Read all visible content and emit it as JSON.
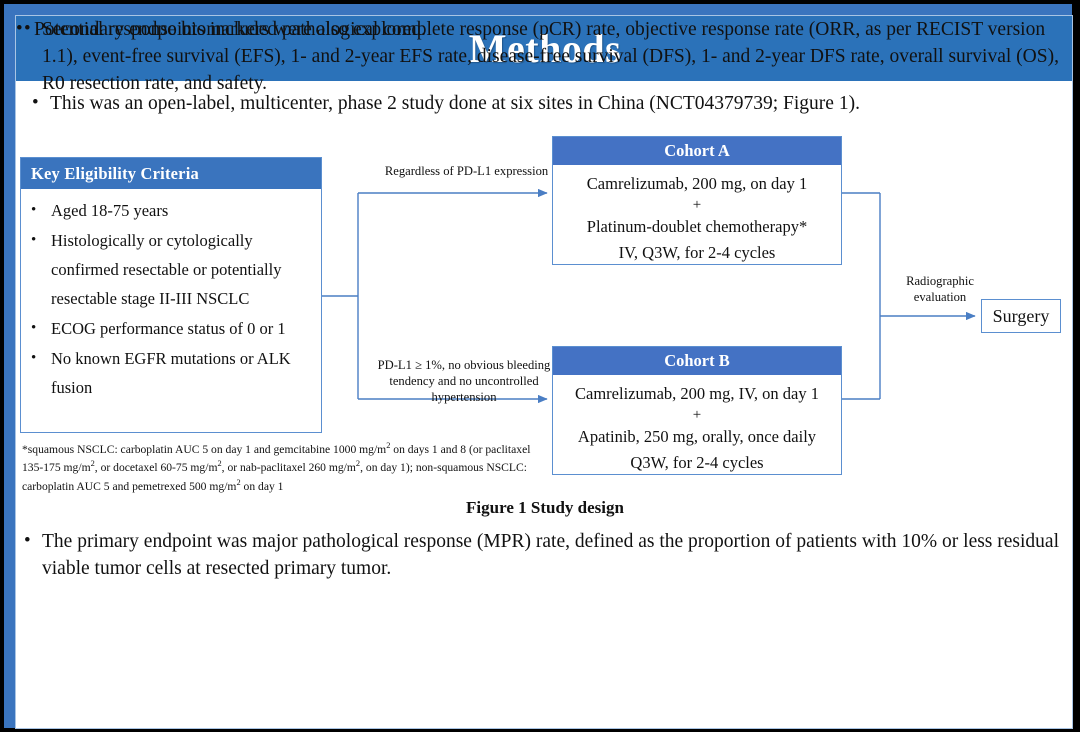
{
  "slide": {
    "title": "Methods",
    "accent_blue": "#2B72B9",
    "box_blue": "#4472C4",
    "frame_blue": "#3A74BE",
    "border_blue": "#5B8FD0"
  },
  "intro_bullet": {
    "marker": "•",
    "text": "This was an open-label, multicenter, phase 2 study done at six sites in China (NCT04379739; Figure 1)."
  },
  "figure": {
    "caption": "Figure 1 Study design",
    "eligibility": {
      "header": "Key  Eligibility Criteria",
      "marker": "•",
      "items": [
        "Aged 18-75 years",
        "Histologically or cytologically confirmed resectable or potentially resectable stage II-III  NSCLC",
        "ECOG performance status of 0 or 1",
        "No known EGFR mutations or ALK fusion"
      ]
    },
    "footnote": "*squamous NSCLC: carboplatin AUC 5 on day 1 and gemcitabine 1000 mg/m2 on days 1 and 8 (or paclitaxel 135-175 mg/m2, or docetaxel 60-75 mg/m2, or nab-paclitaxel 260 mg/m2, on day 1); non-squamous NSCLC: carboplatin AUC 5 and pemetrexed 500 mg/m2 on day 1",
    "cohort_a": {
      "header": "Cohort A",
      "line1": "Camrelizumab, 200 mg, on day 1",
      "plus": "+",
      "line2": "Platinum-doublet chemotherapy*",
      "line3": "IV, Q3W, for 2-4 cycles"
    },
    "cohort_b": {
      "header": "Cohort B",
      "line1": "Camrelizumab, 200 mg, IV, on day 1",
      "plus": "+",
      "line2": "Apatinib, 250 mg, orally, once daily",
      "line3": "Q3W, for 2-4 cycles"
    },
    "label_top_arm": "Regardless of PD-L1 expression",
    "label_bottom_arm": "PD-L1 ≥ 1%, no obvious bleeding tendency and no uncontrolled hypertension",
    "label_evaluation": "Radiographic evaluation",
    "surgery": "Surgery"
  },
  "endpoints": {
    "marker": "•",
    "bullets": [
      "The primary endpoint was major pathological response (MPR) rate, defined as the proportion of patients with 10% or less residual viable tumor cells at resected primary tumor.",
      "Secondary endpoints included pathological complete response (pCR) rate, objective response rate (ORR, as per RECIST version 1.1), event-free survival (EFS), 1- and 2-year EFS rate, disease-free survival (DFS), 1- and 2-year DFS rate, overall survival (OS), R0 resection rate, and safety.",
      "Potential response biomarkers were also explored."
    ]
  }
}
